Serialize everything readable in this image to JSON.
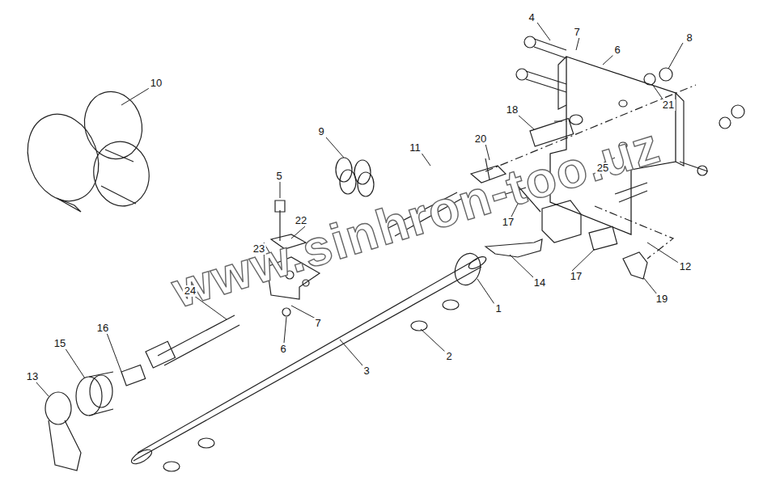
{
  "diagram": {
    "labels": [
      "4",
      "7",
      "6",
      "8",
      "10",
      "21",
      "18",
      "9",
      "20",
      "11",
      "25",
      "5",
      "22",
      "17",
      "23",
      "14",
      "17",
      "12",
      "19",
      "24",
      "1",
      "7",
      "16",
      "15",
      "6",
      "2",
      "3",
      "13",
      "www.sinhron-too.uz"
    ]
  }
}
